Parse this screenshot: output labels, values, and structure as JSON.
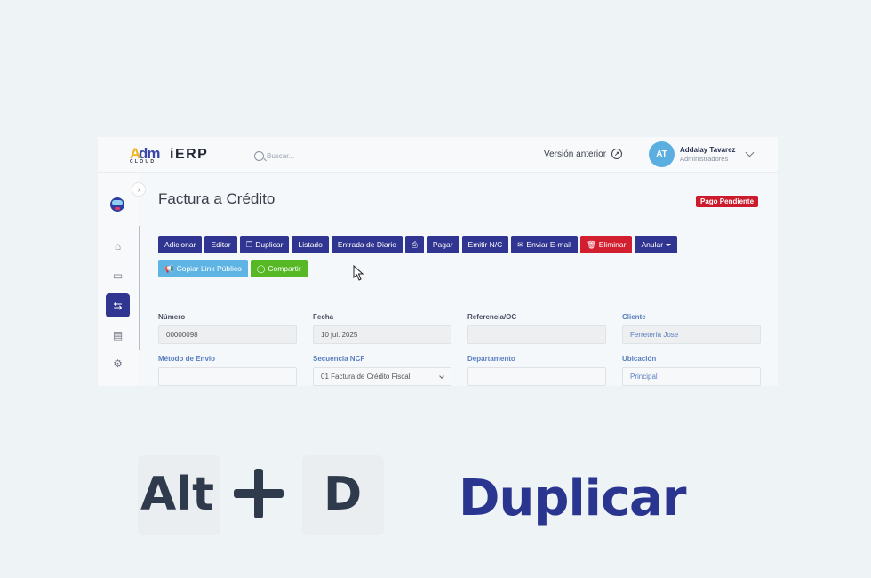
{
  "header": {
    "logo_main": "Adm",
    "logo_a": "A",
    "logo_dm": "dm",
    "logo_cloud": "CLOUD",
    "logo_product": "iERP",
    "search_placeholder": "Buscar...",
    "version_link": "Versión anterior",
    "user": {
      "initials": "AT",
      "name": "Addalay Tavarez",
      "role": "Administradores"
    }
  },
  "sidebar": {
    "items": [
      {
        "name": "home",
        "icon": "home-icon",
        "glyph": "⌂"
      },
      {
        "name": "book",
        "icon": "book-icon",
        "glyph": "▭"
      },
      {
        "name": "transactions",
        "icon": "arrows-swap-icon",
        "glyph": "⇆",
        "active": true
      },
      {
        "name": "reports",
        "icon": "report-icon",
        "glyph": "▤"
      },
      {
        "name": "settings",
        "icon": "gear-icon",
        "glyph": "⚙"
      }
    ],
    "collapse_glyph": "›"
  },
  "page": {
    "title": "Factura a Crédito",
    "status": "Pago Pendiente",
    "status_color": "#cc1b2c"
  },
  "toolbar": {
    "row1": [
      {
        "label": "Adicionar"
      },
      {
        "label": "Editar"
      },
      {
        "label": "Duplicar",
        "icon": "copy-icon"
      },
      {
        "label": "Listado"
      },
      {
        "label": "Entrada de Diario"
      },
      {
        "label": "",
        "icon": "print-icon"
      },
      {
        "label": "Pagar"
      },
      {
        "label": "Emitir N/C"
      },
      {
        "label": "Enviar E-mail",
        "icon": "envelope-icon"
      },
      {
        "label": "Eliminar",
        "icon": "trash-icon"
      },
      {
        "label": "Anular",
        "dropdown": true
      }
    ],
    "row2": [
      {
        "label": "Copiar Link Público",
        "icon": "megaphone-icon"
      },
      {
        "label": "Compartir",
        "icon": "whatsapp-icon"
      }
    ],
    "accent": "#2f3590"
  },
  "form": {
    "numero": {
      "label": "Número",
      "value": "00000098"
    },
    "fecha": {
      "label": "Fecha",
      "value": "10 jul. 2025"
    },
    "referencia": {
      "label": "Referencia/OC",
      "value": ""
    },
    "cliente": {
      "label": "Cliente",
      "value": "Ferretería Jose"
    },
    "metodo_envio": {
      "label": "Método de Envio",
      "value": ""
    },
    "secuencia_ncf": {
      "label": "Secuencia NCF",
      "value": "01 Factura de Crédito Fiscal"
    },
    "departamento": {
      "label": "Departamento",
      "value": ""
    },
    "ubicacion": {
      "label": "Ubicación",
      "value": "Principal"
    }
  },
  "shortcut": {
    "key1": "Alt",
    "key2": "D",
    "action": "Duplicar"
  }
}
